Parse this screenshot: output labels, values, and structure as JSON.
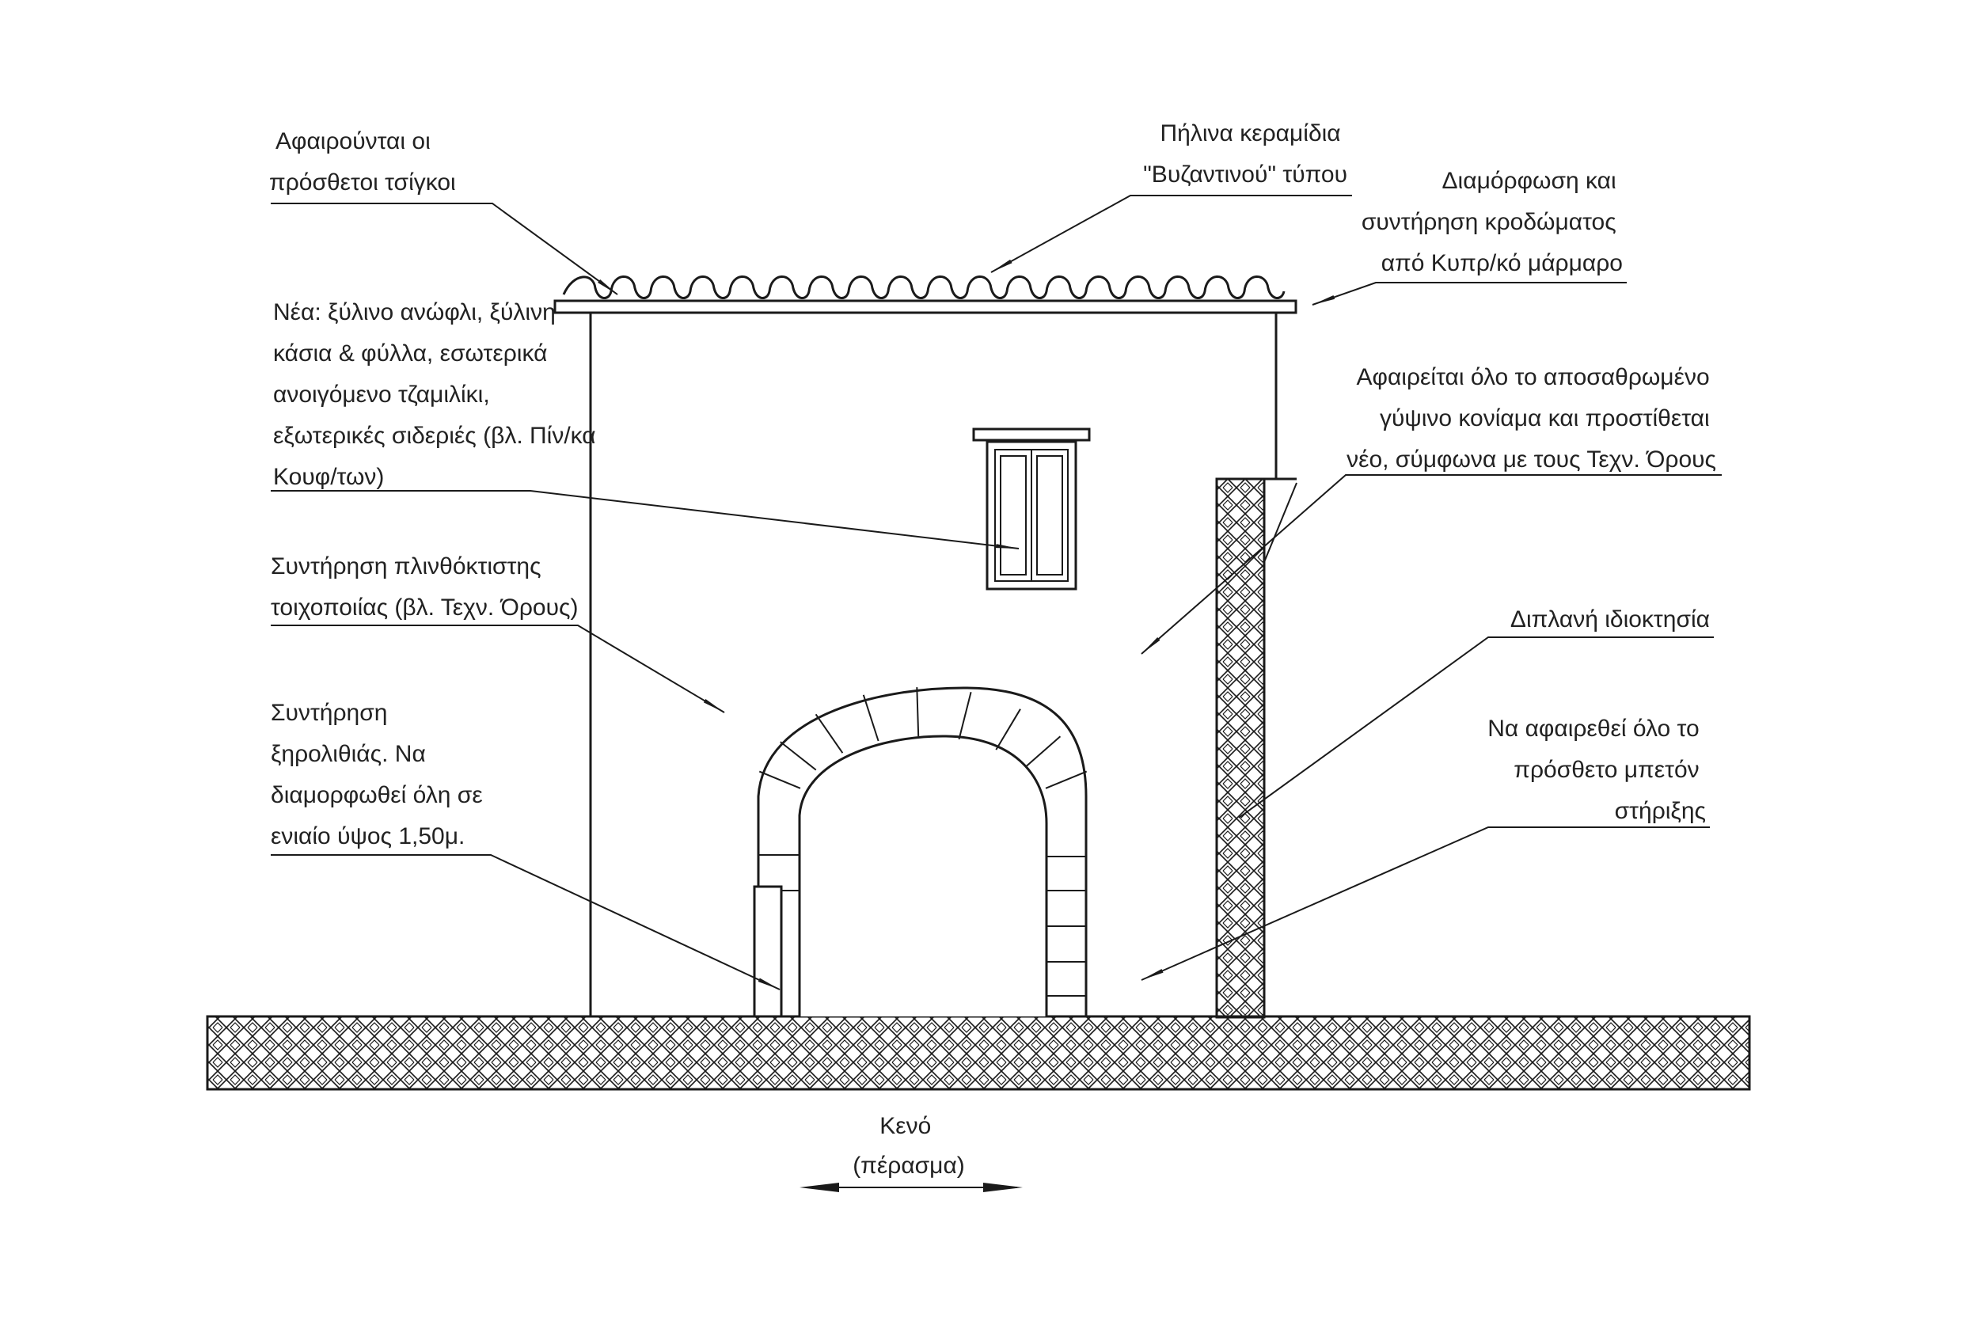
{
  "annotations": {
    "remove_zinc": [
      "Αφαιρούνται οι",
      "πρόσθετοι τσίγκοι"
    ],
    "clay_tiles": [
      "Πήλινα κεραμίδια",
      "\"Βυζαντινού\" τύπου"
    ],
    "cornice": [
      "Διαμόρφωση και",
      "συντήρηση κροδώματος",
      "από Κυπρ/κό μάρμαρο"
    ],
    "new_window": [
      "Νέα: ξύλινο ανώφλι, ξύλινη",
      "κάσια & φύλλα, εσωτερικά",
      "ανοιγόμενο τζαμιλίκι,",
      "εξωτερικές σιδεριές (βλ. Πίν/κα",
      "Κουφ/των)"
    ],
    "plaster": [
      "Αφαιρείται όλο το αποσαθρωμένο",
      "γύψινο κονίαμα και προστίθεται",
      "νέο, σύμφωνα με τους Τεχν. Όρους"
    ],
    "brick_wall": [
      "Συντήρηση πλινθόκτιστης",
      "τοιχοποιίας (βλ. Τεχν. Όρους)"
    ],
    "neighbor": [
      "Διπλανή ιδιοκτησία"
    ],
    "dry_stone": [
      "Συντήρηση",
      "ξηρολιθιάς. Να",
      "διαμορφωθεί όλη σε",
      "ενιαίο ύψος 1,50μ."
    ],
    "concrete": [
      "Να αφαιρεθεί όλο το",
      "πρόσθετο μπετόν",
      "στήριξης"
    ],
    "passage": [
      "Κενό",
      "(πέρασμα)"
    ]
  },
  "colors": {
    "ink": "#1a1a1a",
    "text": "#222222",
    "paper": "#ffffff"
  }
}
